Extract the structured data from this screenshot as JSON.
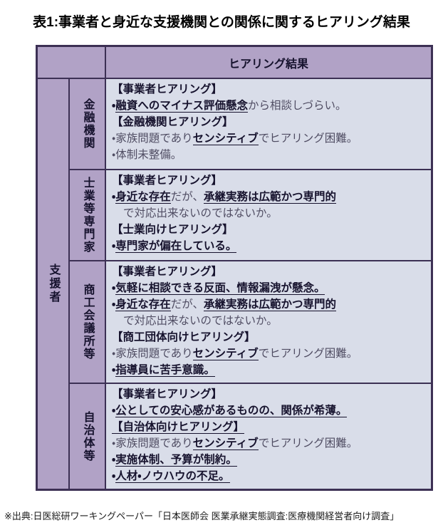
{
  "title": "表1:事業者と身近な支援機関との関係に関するヒアリング結果",
  "source_note": "※出典:日医総研ワーキングペーパー「日本医師会 医業承継実態調査:医療機関経営者向け調査」",
  "colors": {
    "purple_cell": "#b1a2c6",
    "content_cell": "#d9dde9",
    "grid_line": "#3c3054",
    "ink_strong": "#16122d",
    "ink_regular": "#504d63"
  },
  "table": {
    "header": "ヒアリング結果",
    "side_label": "支援者",
    "rows": [
      {
        "category": "金融機関",
        "lines": [
          {
            "segments": [
              {
                "t": "【事業者ヒアリング】",
                "b": true
              }
            ]
          },
          {
            "segments": [
              {
                "t": "・",
                "b": true
              },
              {
                "t": "融資へのマイナス評価懸念",
                "b": true,
                "u": true
              },
              {
                "t": "から相談しづらい。"
              }
            ]
          },
          {
            "segments": [
              {
                "t": "【金融機関ヒアリング】",
                "b": true
              }
            ]
          },
          {
            "segments": [
              {
                "t": "・家族問題であり"
              },
              {
                "t": "センシティブ",
                "b": true,
                "u": true
              },
              {
                "t": "でヒアリング困難。"
              }
            ]
          },
          {
            "segments": [
              {
                "t": "・体制未整備。"
              }
            ]
          }
        ]
      },
      {
        "category": "士業等専門家",
        "lines": [
          {
            "segments": [
              {
                "t": "【事業者ヒアリング】",
                "b": true
              }
            ]
          },
          {
            "segments": [
              {
                "t": "・",
                "b": true
              },
              {
                "t": "身近な存在",
                "b": true,
                "u": true
              },
              {
                "t": "だが、"
              },
              {
                "t": "承継実務は広範かつ専門的",
                "b": true,
                "u": true
              }
            ]
          },
          {
            "indent": true,
            "segments": [
              {
                "t": "で対応出来ないのではないか。"
              }
            ]
          },
          {
            "segments": [
              {
                "t": "【士業向けヒアリング】",
                "b": true
              }
            ]
          },
          {
            "segments": [
              {
                "t": "・",
                "b": true
              },
              {
                "t": "専門家が偏在している。",
                "b": true,
                "u": true
              }
            ]
          }
        ]
      },
      {
        "category": "商工会議所等",
        "lines": [
          {
            "segments": [
              {
                "t": "【事業者ヒアリング】",
                "b": true
              }
            ]
          },
          {
            "segments": [
              {
                "t": "・",
                "b": true
              },
              {
                "t": "気軽に相談できる反面、情報漏洩が懸念。",
                "b": true,
                "u": true
              }
            ]
          },
          {
            "segments": [
              {
                "t": "・",
                "b": true
              },
              {
                "t": "身近な存在",
                "b": true,
                "u": true
              },
              {
                "t": "だが、"
              },
              {
                "t": "承継実務は広範かつ専門的",
                "b": true,
                "u": true
              }
            ]
          },
          {
            "indent": true,
            "segments": [
              {
                "t": "で対応出来ないのではないか。"
              }
            ]
          },
          {
            "segments": [
              {
                "t": "【商工団体向けヒアリング】",
                "b": true
              }
            ]
          },
          {
            "segments": [
              {
                "t": "・家族問題であり"
              },
              {
                "t": "センシティブ",
                "b": true,
                "u": true
              },
              {
                "t": "でヒアリング困難。"
              }
            ]
          },
          {
            "segments": [
              {
                "t": "・",
                "b": true
              },
              {
                "t": "指導員に苦手意識。",
                "b": true,
                "u": true
              }
            ]
          }
        ]
      },
      {
        "category": "自治体等",
        "lines": [
          {
            "segments": [
              {
                "t": "【事業者ヒアリング】",
                "b": true
              }
            ]
          },
          {
            "segments": [
              {
                "t": "・",
                "b": true
              },
              {
                "t": "公としての安心感があるものの、関係が希薄。",
                "b": true,
                "u": true
              }
            ]
          },
          {
            "segments": [
              {
                "t": "【自治体向けヒアリング】",
                "b": true,
                "u": true
              }
            ]
          },
          {
            "segments": [
              {
                "t": "・家族問題であり"
              },
              {
                "t": "センシティブ",
                "b": true,
                "u": true
              },
              {
                "t": "でヒアリング困難。"
              }
            ]
          },
          {
            "segments": [
              {
                "t": "・",
                "b": true
              },
              {
                "t": "実施体制、予算が制約。",
                "b": true,
                "u": true
              }
            ]
          },
          {
            "segments": [
              {
                "t": "・",
                "b": true
              },
              {
                "t": "人材・ノウハウの不足。",
                "b": true,
                "u": true
              }
            ]
          }
        ]
      }
    ]
  }
}
